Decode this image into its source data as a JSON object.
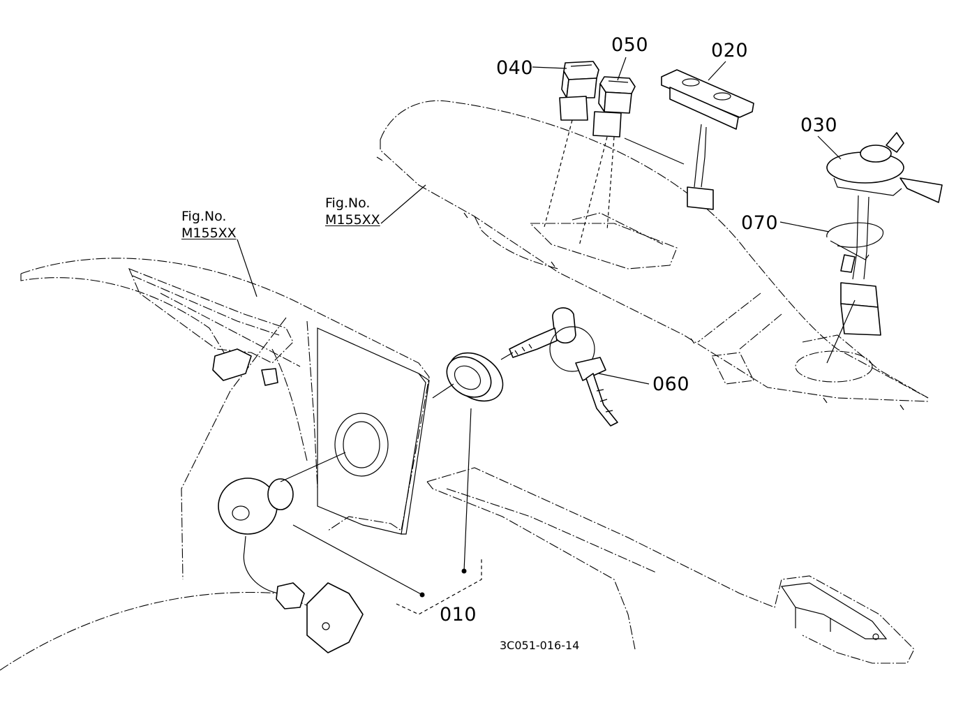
{
  "callouts": {
    "p010": "010",
    "p020": "020",
    "p030": "030",
    "p040": "040",
    "p050": "050",
    "p060": "060",
    "p070": "070"
  },
  "fig_refs": {
    "upper": {
      "line1": "Fig.No.",
      "line2": "M155XX"
    },
    "left": {
      "line1": "Fig.No.",
      "line2": "M155XX"
    }
  },
  "drawing_code": "3C051-016-14"
}
